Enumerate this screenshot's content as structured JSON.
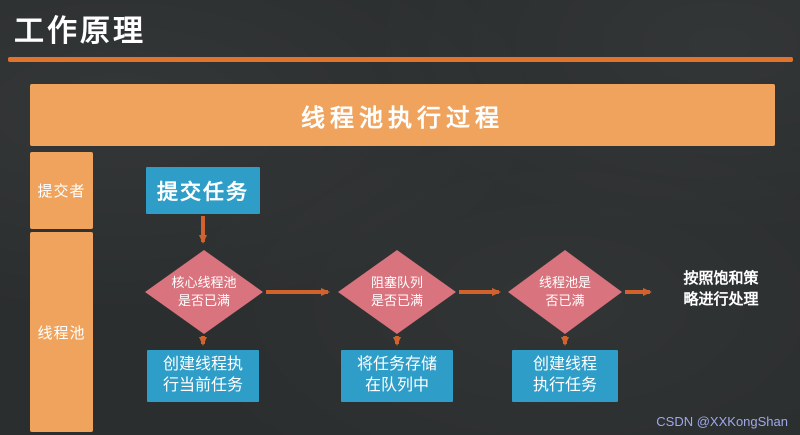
{
  "slide": {
    "title": "工作原理",
    "watermark": "CSDN @XXKongShan"
  },
  "banner": {
    "label": "线程池执行过程"
  },
  "lanes": {
    "submitter": "提交者",
    "pool": "线程池"
  },
  "flow": {
    "start": "提交任务",
    "decision1": "核心线程池\n是否已满",
    "decision2": "阻塞队列\n是否已满",
    "decision3": "线程池是\n否已满",
    "action1": "创建线程执\n行当前任务",
    "action2": "将任务存储\n在队列中",
    "action3": "创建线程\n执行任务",
    "end": "按照饱和策\n略进行处理"
  },
  "colors": {
    "background": "#2b2e2f",
    "banner_orange": "#f0a35c",
    "divider_orange": "#e2732d",
    "box_blue": "#2e9ec9",
    "diamond_pink": "#d9737d",
    "arrow_orange": "#d1622b",
    "watermark_blue": "#9fa8e8",
    "text_white": "#ffffff"
  }
}
